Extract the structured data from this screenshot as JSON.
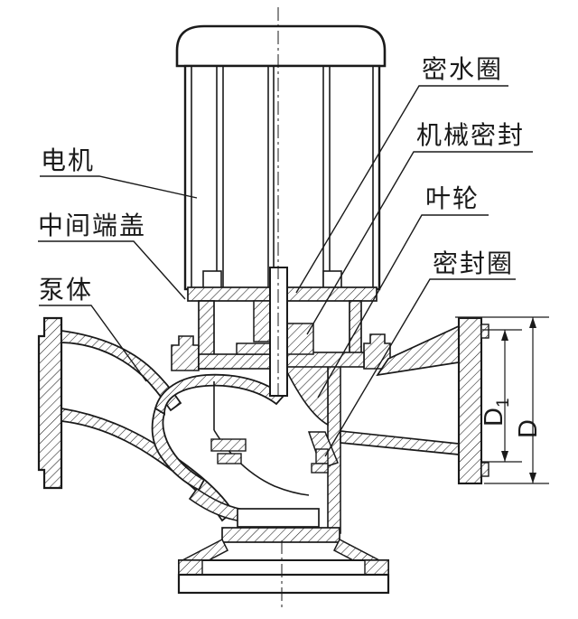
{
  "figure": {
    "kind": "vertical-inline-pump-cross-section"
  },
  "labels": {
    "left": [
      {
        "id": "motor",
        "text": "电机"
      },
      {
        "id": "intermediate-end-cover",
        "text": "中间端盖"
      },
      {
        "id": "pump-body",
        "text": "泵体"
      }
    ],
    "right": [
      {
        "id": "water-seal-ring",
        "text": "密水圈"
      },
      {
        "id": "mechanical-seal",
        "text": "机械密封"
      },
      {
        "id": "impeller",
        "text": "叶轮"
      },
      {
        "id": "seal-ring",
        "text": "密封圈"
      }
    ]
  },
  "dimensions": {
    "inner_diameter": "D",
    "inner_diameter_sub": "1",
    "outer_diameter": "D"
  },
  "colors": {
    "ink": "#1a1a1a",
    "paper": "#ffffff"
  }
}
